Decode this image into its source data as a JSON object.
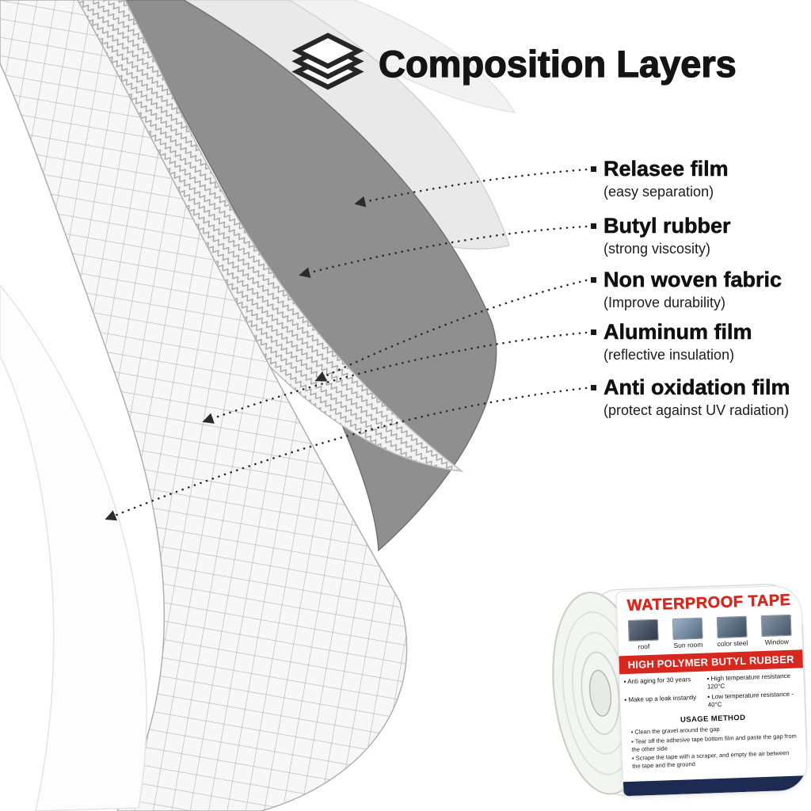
{
  "header": {
    "title": "Composition Layers",
    "icon": "layers-icon"
  },
  "layers": [
    {
      "name": "Relasee film",
      "desc": "(easy separation)"
    },
    {
      "name": "Butyl rubber",
      "desc": "(strong viscosity)"
    },
    {
      "name": "Non woven fabric",
      "desc": "(Improve durability)"
    },
    {
      "name": "Aluminum film",
      "desc": "(reflective insulation)"
    },
    {
      "name": "Anti oxidation film",
      "desc": "(protect against UV radiation)"
    }
  ],
  "product": {
    "title": "WATERPROOF TAPE",
    "applications": [
      "roof",
      "Sun room",
      "color steel",
      "Window"
    ],
    "banner": "HIGH POLYMER BUTYL RUBBER",
    "features_left": [
      "Anti aging for 30 years",
      "Make up a leak instantly"
    ],
    "features_right": [
      "High temperature resistance 120°C",
      "Low temperature resistance - 40°C"
    ],
    "usage_title": "USAGE METHOD",
    "usage_steps": [
      "Clean the gravel around the gap",
      "Tear off the adhesive tape bottom film and paste the gap from the other side",
      "Scrape the tape with a scraper, and empty the air between the tape and the ground"
    ]
  },
  "colors": {
    "accent_red": "#d6281e",
    "navy": "#1d2a52",
    "ink": "#111111"
  }
}
